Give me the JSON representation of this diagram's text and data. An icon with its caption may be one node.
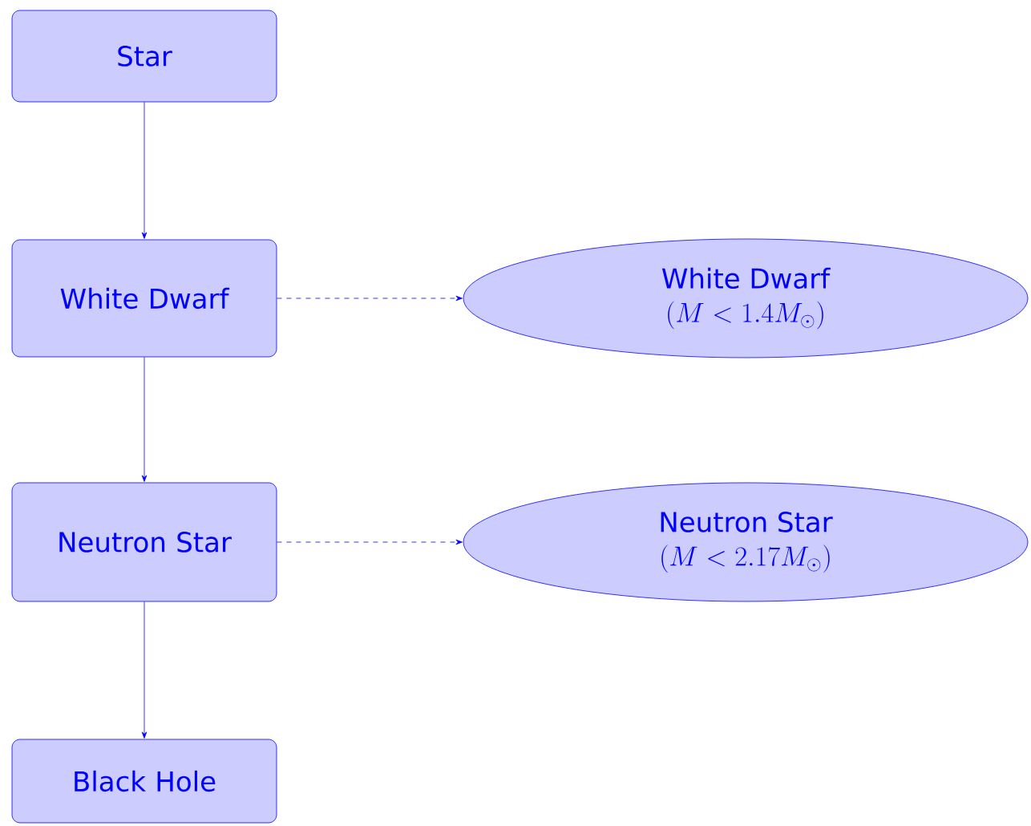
{
  "diagram": {
    "nodes": [
      {
        "text": [
          "Star"
        ]
      },
      {
        "text": [
          "White Dwarf"
        ]
      },
      {
        "text": [
          "Neutron Star"
        ]
      },
      {
        "text": [
          "Black Hole"
        ]
      },
      {
        "text": [
          "White Dwarf",
          "(M < 1.4M_{\\odot})"
        ]
      },
      {
        "text": [
          "Neutron Star",
          "(M < 2.17M_{\\odot})"
        ]
      }
    ],
    "edges": [
      {
        "from": 0,
        "to": 1,
        "arrow": "to"
      },
      {
        "from": 1,
        "to": 2,
        "arrow": "to"
      },
      {
        "from": 2,
        "to": 3,
        "arrow": "to"
      },
      {
        "from": 1,
        "to": 4,
        "arrow": "to",
        "style": "dashed"
      },
      {
        "from": 2,
        "to": 5,
        "arrow": "to",
        "style": "dashed"
      }
    ]
  }
}
